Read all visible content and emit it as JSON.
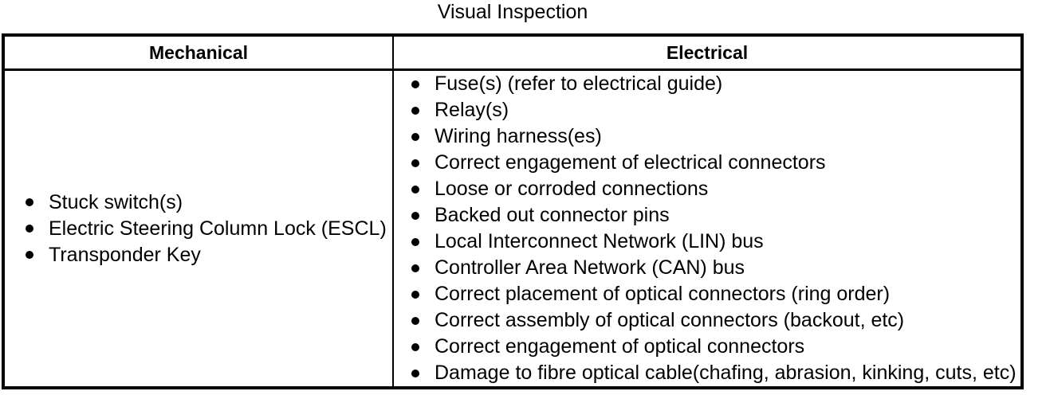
{
  "title": "Visual Inspection",
  "table": {
    "mechanical": {
      "header": "Mechanical",
      "items": [
        "Stuck switch(s)",
        "Electric Steering Column Lock (ESCL)",
        "Transponder Key"
      ]
    },
    "electrical": {
      "header": "Electrical",
      "items": [
        "Fuse(s) (refer to electrical guide)",
        "Relay(s)",
        "Wiring harness(es)",
        "Correct engagement of electrical connectors",
        "Loose or corroded connections",
        "Backed out connector pins",
        "Local Interconnect Network (LIN) bus",
        "Controller Area Network (CAN) bus",
        "Correct placement of optical connectors (ring order)",
        "Correct assembly of optical connectors (backout, etc)",
        "Correct engagement of optical connectors",
        "Damage to fibre optical cable(chafing, abrasion, kinking, cuts, etc)"
      ]
    }
  },
  "colors": {
    "text": "#000000",
    "border": "#000000",
    "background": "#ffffff"
  }
}
